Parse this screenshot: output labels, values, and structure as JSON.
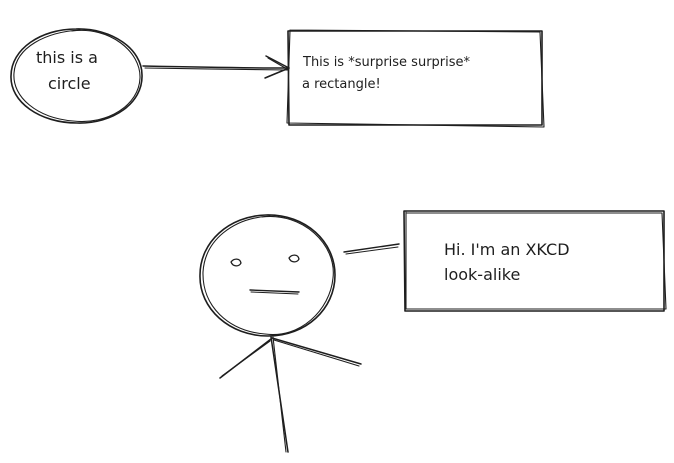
{
  "circle_label": [
    "this is a",
    "circle"
  ],
  "rectangle_label": [
    "This is *surprise surprise*",
    "a rectangle!"
  ],
  "speech_label": [
    "Hi. I'm an XKCD",
    "look-alike"
  ],
  "stroke_color": "#1e1e1e",
  "background_color": "#ffffff"
}
